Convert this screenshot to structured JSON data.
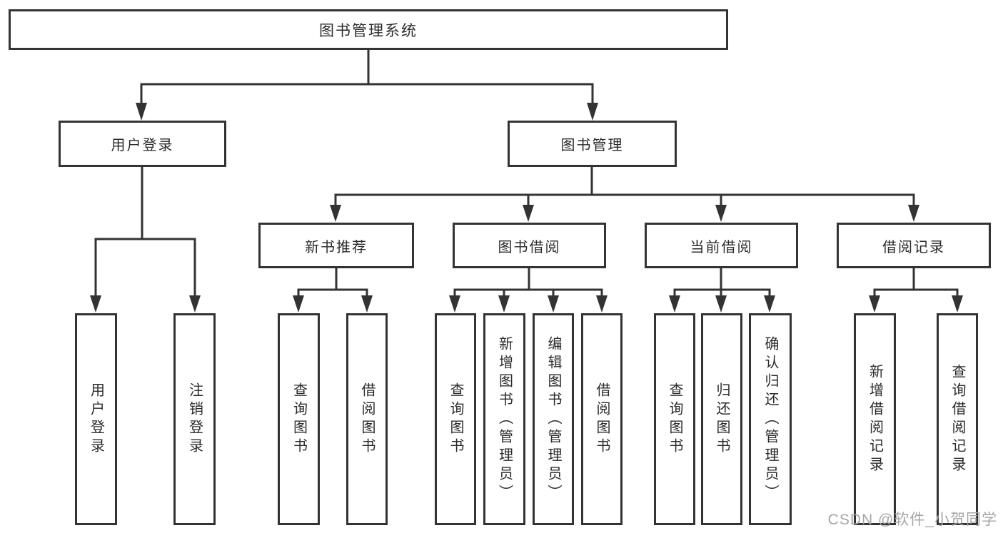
{
  "diagram": {
    "type": "hierarchy-tree",
    "tree": {
      "root": {
        "label": "图书管理系统"
      },
      "children": [
        {
          "label": "用户登录",
          "children": [
            {
              "label": "用户登录"
            },
            {
              "label": "注销登录"
            }
          ]
        },
        {
          "label": "图书管理",
          "children": [
            {
              "label": "新书推荐",
              "children": [
                {
                  "label": "查询图书"
                },
                {
                  "label": "借阅图书"
                }
              ]
            },
            {
              "label": "图书借阅",
              "children": [
                {
                  "label": "查询图书"
                },
                {
                  "label": "新增图书（管理员）"
                },
                {
                  "label": "编辑图书（管理员）"
                },
                {
                  "label": "借阅图书"
                }
              ]
            },
            {
              "label": "当前借阅",
              "children": [
                {
                  "label": "查询图书"
                },
                {
                  "label": "归还图书"
                },
                {
                  "label": "确认归还（管理员）"
                }
              ]
            },
            {
              "label": "借阅记录",
              "children": [
                {
                  "label": "新增借阅记录"
                },
                {
                  "label": "查询借阅记录"
                }
              ]
            }
          ]
        }
      ]
    },
    "colors": {
      "line": "#333333",
      "box_border": "#333333",
      "box_background": "#ffffff",
      "label_text": "#2b2b2b",
      "watermark_text": "#a6a6a6"
    }
  },
  "watermark": {
    "text": "CSDN @软件_小贺同学"
  }
}
